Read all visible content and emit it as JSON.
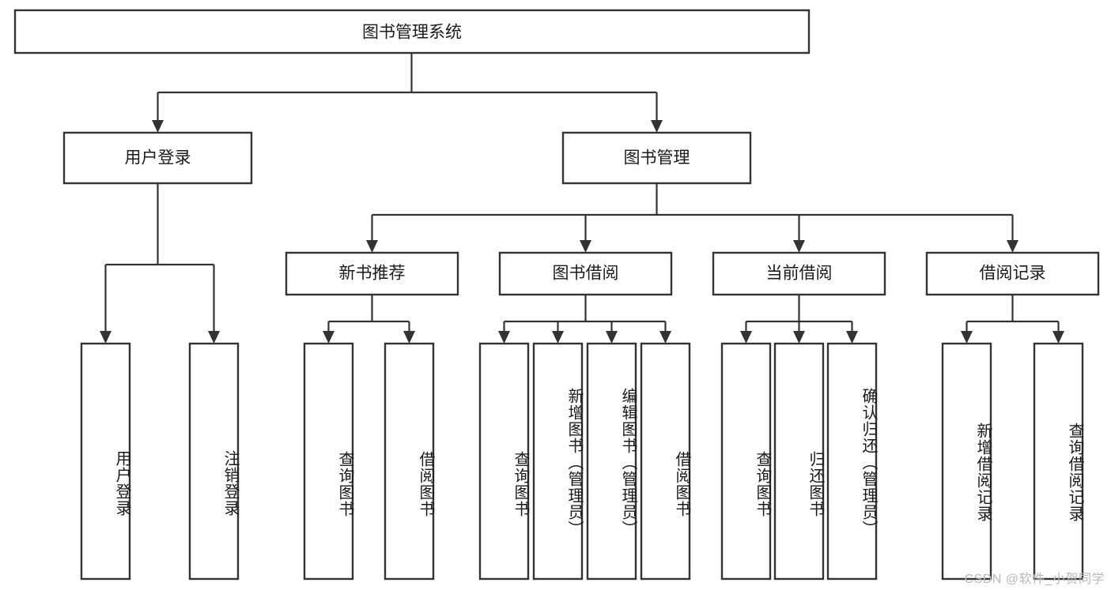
{
  "diagram": {
    "type": "hierarchy-tree",
    "title": "图书管理系统",
    "orientation": "top-down",
    "levels": 4,
    "root": {
      "id": "root",
      "label": "图书管理系统"
    },
    "level1": [
      {
        "id": "user-login",
        "label": "用户登录"
      },
      {
        "id": "book-management",
        "label": "图书管理"
      }
    ],
    "level2": [
      {
        "id": "new-book-recommend",
        "label": "新书推荐",
        "parent": "book-management"
      },
      {
        "id": "book-borrow",
        "label": "图书借阅",
        "parent": "book-management"
      },
      {
        "id": "current-borrow",
        "label": "当前借阅",
        "parent": "book-management"
      },
      {
        "id": "borrow-record",
        "label": "借阅记录",
        "parent": "book-management"
      }
    ],
    "leaves": {
      "user-login": [
        {
          "id": "leaf-user-login",
          "label": "用户登录"
        },
        {
          "id": "leaf-user-logout",
          "label": "注销登录"
        }
      ],
      "new-book-recommend": [
        {
          "id": "leaf-query-book-1",
          "label": "查询图书"
        },
        {
          "id": "leaf-borrow-book-1",
          "label": "借阅图书"
        }
      ],
      "book-borrow": [
        {
          "id": "leaf-query-book-2",
          "label": "查询图书"
        },
        {
          "id": "leaf-add-book",
          "label": "新增图书（管理员）"
        },
        {
          "id": "leaf-edit-book",
          "label": "编辑图书（管理员）"
        },
        {
          "id": "leaf-borrow-book-2",
          "label": "借阅图书"
        }
      ],
      "current-borrow": [
        {
          "id": "leaf-query-book-3",
          "label": "查询图书"
        },
        {
          "id": "leaf-return-book",
          "label": "归还图书"
        },
        {
          "id": "leaf-confirm-return",
          "label": "确认归还（管理员）"
        }
      ],
      "borrow-record": [
        {
          "id": "leaf-add-record",
          "label": "新增借阅记录"
        },
        {
          "id": "leaf-query-record",
          "label": "查询借阅记录"
        }
      ]
    }
  },
  "watermark": {
    "text": "CSDN @软件_小贺同学"
  },
  "colors": {
    "background": "#ffffff",
    "stroke": "#333333",
    "text": "#1a1a1a",
    "watermark": "#b9b9b9"
  }
}
